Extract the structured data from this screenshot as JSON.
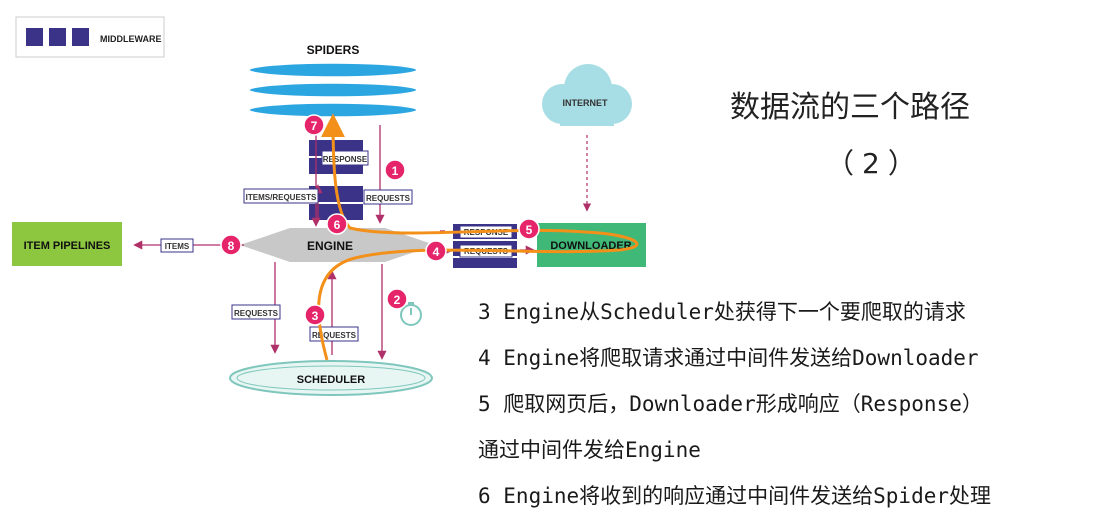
{
  "diagram": {
    "middleware_label": "MIDDLEWARE",
    "spiders": "SPIDERS",
    "internet": "INTERNET",
    "item_pipelines": "ITEM PIPELINES",
    "engine": "ENGINE",
    "downloader": "DOWNLOADER",
    "scheduler": "SCHEDULER",
    "labels": {
      "response_top": "RESPONSE",
      "items_requests": "ITEMS/REQUESTS",
      "requests_1": "REQUESTS",
      "items": "ITEMS",
      "response_right": "RESPONSE",
      "requests_right": "REQUESTS",
      "requests_left": "REQUESTS",
      "requests_3": "REQUESTS"
    },
    "steps": [
      "1",
      "2",
      "3",
      "4",
      "5",
      "6",
      "7",
      "8"
    ]
  },
  "slide": {
    "title": "数据流的三个路径",
    "subtitle": "（2）",
    "lines": [
      "3 Engine从Scheduler处获得下一个要爬取的请求",
      "4 Engine将爬取请求通过中间件发送给Downloader",
      "5 爬取网页后，Downloader形成响应（Response）",
      "通过中间件发给Engine",
      "6 Engine将收到的响应通过中间件发送给Spider处理"
    ]
  }
}
